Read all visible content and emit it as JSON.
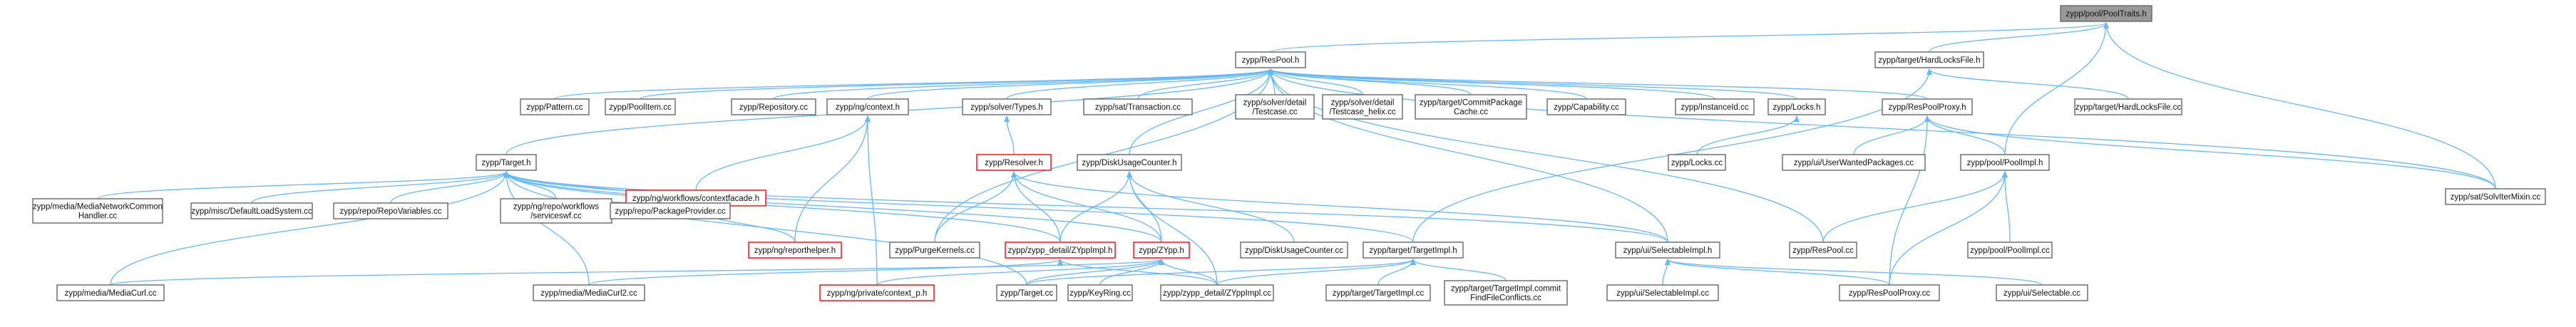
{
  "graph": {
    "colors": {
      "edge": "#63b8ff",
      "node_border": "#666666",
      "highlight_border": "#ff0000",
      "root_fill": "#999999",
      "node_fill": "#ffffff"
    },
    "nodes": [
      {
        "id": "root",
        "label": [
          "zypp/pool/PoolTraits.h"
        ],
        "style": "root"
      },
      {
        "id": "respool_h",
        "label": [
          "zypp/ResPool.h"
        ],
        "style": "normal"
      },
      {
        "id": "hardlocks_h",
        "label": [
          "zypp/target/HardLocksFile.h"
        ],
        "style": "normal"
      },
      {
        "id": "hardlocks_cc",
        "label": [
          "zypp/target/HardLocksFile.cc"
        ],
        "style": "normal"
      },
      {
        "id": "satsolver_cc",
        "label": [
          "zypp/sat/SolvIterMixin.cc"
        ],
        "style": "normal"
      },
      {
        "id": "pattern_cc",
        "label": [
          "zypp/Pattern.cc"
        ],
        "style": "normal"
      },
      {
        "id": "poolitem_cc",
        "label": [
          "zypp/PoolItem.cc"
        ],
        "style": "normal"
      },
      {
        "id": "repository_cc",
        "label": [
          "zypp/Repository.cc"
        ],
        "style": "normal"
      },
      {
        "id": "ngcontext_h",
        "label": [
          "zypp/ng/context.h"
        ],
        "style": "normal"
      },
      {
        "id": "solvertypes_h",
        "label": [
          "zypp/solver/Types.h"
        ],
        "style": "normal"
      },
      {
        "id": "sattransaction_cc",
        "label": [
          "zypp/sat/Transaction.cc"
        ],
        "style": "normal"
      },
      {
        "id": "testcase_cc",
        "label": [
          "zypp/solver/detail",
          "/Testcase.cc"
        ],
        "style": "normal"
      },
      {
        "id": "testcase_helix_cc",
        "label": [
          "zypp/solver/detail",
          "/Testcase_helix.cc"
        ],
        "style": "normal"
      },
      {
        "id": "commitpkgcache_cc",
        "label": [
          "zypp/target/CommitPackage",
          "Cache.cc"
        ],
        "style": "normal"
      },
      {
        "id": "capability_cc",
        "label": [
          "zypp/Capability.cc"
        ],
        "style": "normal"
      },
      {
        "id": "instanceid_cc",
        "label": [
          "zypp/InstanceId.cc"
        ],
        "style": "normal"
      },
      {
        "id": "locks_h",
        "label": [
          "zypp/Locks.h"
        ],
        "style": "normal"
      },
      {
        "id": "respoolproxy_h",
        "label": [
          "zypp/ResPoolProxy.h"
        ],
        "style": "normal"
      },
      {
        "id": "target_h",
        "label": [
          "zypp/Target.h"
        ],
        "style": "normal"
      },
      {
        "id": "ctxfacade_h",
        "label": [
          "zypp/ng/workflows/contextfacade.h"
        ],
        "style": "highlight"
      },
      {
        "id": "resolver_h",
        "label": [
          "zypp/Resolver.h"
        ],
        "style": "highlight"
      },
      {
        "id": "diskusage_h",
        "label": [
          "zypp/DiskUsageCounter.h"
        ],
        "style": "normal"
      },
      {
        "id": "locks_cc",
        "label": [
          "zypp/Locks.cc"
        ],
        "style": "normal"
      },
      {
        "id": "uiwanted_cc",
        "label": [
          "zypp/ui/UserWantedPackages.cc"
        ],
        "style": "normal"
      },
      {
        "id": "poolimpl_h",
        "label": [
          "zypp/pool/PoolImpl.h"
        ],
        "style": "normal"
      },
      {
        "id": "mncommon_cc",
        "label": [
          "zypp/media/MediaNetworkCommon",
          "Handler.cc"
        ],
        "style": "normal"
      },
      {
        "id": "defaultloadsys_cc",
        "label": [
          "zypp/misc/DefaultLoadSystem.cc"
        ],
        "style": "normal"
      },
      {
        "id": "repovars_cc",
        "label": [
          "zypp/repo/RepoVariables.cc"
        ],
        "style": "normal"
      },
      {
        "id": "servicesw_cc",
        "label": [
          "zypp/ng/repo/workflows",
          "/serviceswf.cc"
        ],
        "style": "normal"
      },
      {
        "id": "pkgprovider_cc",
        "label": [
          "zypp/repo/PackageProvider.cc"
        ],
        "style": "normal"
      },
      {
        "id": "reporthelper_h",
        "label": [
          "zypp/ng/reporthelper.h"
        ],
        "style": "highlight"
      },
      {
        "id": "purgekernels_cc",
        "label": [
          "zypp/PurgeKernels.cc"
        ],
        "style": "normal"
      },
      {
        "id": "zyppimpl_h",
        "label": [
          "zypp/zypp_detail/ZYppImpl.h"
        ],
        "style": "highlight"
      },
      {
        "id": "zypp_h",
        "label": [
          "zypp/ZYpp.h"
        ],
        "style": "highlight"
      },
      {
        "id": "diskusage_cc",
        "label": [
          "zypp/DiskUsageCounter.cc"
        ],
        "style": "normal"
      },
      {
        "id": "targetimpl_h",
        "label": [
          "zypp/target/TargetImpl.h"
        ],
        "style": "normal"
      },
      {
        "id": "selectableimpl_h",
        "label": [
          "zypp/ui/SelectableImpl.h"
        ],
        "style": "normal"
      },
      {
        "id": "respool_cc",
        "label": [
          "zypp/ResPool.cc"
        ],
        "style": "normal"
      },
      {
        "id": "poolimpl_cc",
        "label": [
          "zypp/pool/PoolImpl.cc"
        ],
        "style": "normal"
      },
      {
        "id": "mediacurl_cc",
        "label": [
          "zypp/media/MediaCurl.cc"
        ],
        "style": "normal"
      },
      {
        "id": "mediacurl2_cc",
        "label": [
          "zypp/media/MediaCurl2.cc"
        ],
        "style": "normal"
      },
      {
        "id": "privctx_h",
        "label": [
          "zypp/ng/private/context_p.h"
        ],
        "style": "highlight"
      },
      {
        "id": "target_cc",
        "label": [
          "zypp/Target.cc"
        ],
        "style": "normal"
      },
      {
        "id": "keyring_cc",
        "label": [
          "zypp/KeyRing.cc"
        ],
        "style": "normal"
      },
      {
        "id": "zyppimpl_cc",
        "label": [
          "zypp/zypp_detail/ZYppImpl.cc"
        ],
        "style": "normal"
      },
      {
        "id": "targetimpl_cc",
        "label": [
          "zypp/target/TargetImpl.cc"
        ],
        "style": "normal"
      },
      {
        "id": "targetimpl_commit_cc",
        "label": [
          "zypp/target/TargetImpl.commit",
          "FindFileConflicts.cc"
        ],
        "style": "normal"
      },
      {
        "id": "selectableimpl_cc",
        "label": [
          "zypp/ui/SelectableImpl.cc"
        ],
        "style": "normal"
      },
      {
        "id": "respoolproxy_cc",
        "label": [
          "zypp/ResPoolProxy.cc"
        ],
        "style": "normal"
      },
      {
        "id": "selectable_cc",
        "label": [
          "zypp/ui/Selectable.cc"
        ],
        "style": "normal"
      }
    ],
    "edges": [
      [
        "root",
        "respool_h"
      ],
      [
        "root",
        "hardlocks_h"
      ],
      [
        "root",
        "poolimpl_h"
      ],
      [
        "root",
        "satsolver_cc"
      ],
      [
        "hardlocks_h",
        "hardlocks_cc"
      ],
      [
        "hardlocks_h",
        "targetimpl_h"
      ],
      [
        "respool_h",
        "pattern_cc"
      ],
      [
        "respool_h",
        "poolitem_cc"
      ],
      [
        "respool_h",
        "repository_cc"
      ],
      [
        "respool_h",
        "ngcontext_h"
      ],
      [
        "respool_h",
        "solvertypes_h"
      ],
      [
        "respool_h",
        "sattransaction_cc"
      ],
      [
        "respool_h",
        "testcase_cc"
      ],
      [
        "respool_h",
        "testcase_helix_cc"
      ],
      [
        "respool_h",
        "commitpkgcache_cc"
      ],
      [
        "respool_h",
        "capability_cc"
      ],
      [
        "respool_h",
        "instanceid_cc"
      ],
      [
        "respool_h",
        "locks_h"
      ],
      [
        "respool_h",
        "respoolproxy_h"
      ],
      [
        "respool_h",
        "target_h"
      ],
      [
        "respool_h",
        "diskusage_h"
      ],
      [
        "respool_h",
        "purgekernels_cc"
      ],
      [
        "respool_h",
        "selectableimpl_h"
      ],
      [
        "respool_h",
        "respool_cc"
      ],
      [
        "respool_h",
        "satsolver_cc"
      ],
      [
        "ngcontext_h",
        "ctxfacade_h"
      ],
      [
        "ngcontext_h",
        "reporthelper_h"
      ],
      [
        "ngcontext_h",
        "privctx_h"
      ],
      [
        "solvertypes_h",
        "resolver_h"
      ],
      [
        "locks_h",
        "locks_cc"
      ],
      [
        "respoolproxy_h",
        "uiwanted_cc"
      ],
      [
        "respoolproxy_h",
        "poolimpl_h"
      ],
      [
        "respoolproxy_h",
        "respoolproxy_cc"
      ],
      [
        "respoolproxy_h",
        "satsolver_cc"
      ],
      [
        "target_h",
        "mncommon_cc"
      ],
      [
        "target_h",
        "defaultloadsys_cc"
      ],
      [
        "target_h",
        "repovars_cc"
      ],
      [
        "target_h",
        "servicesw_cc"
      ],
      [
        "target_h",
        "pkgprovider_cc"
      ],
      [
        "target_h",
        "zyppimpl_h"
      ],
      [
        "target_h",
        "zypp_h"
      ],
      [
        "target_h",
        "targetimpl_h"
      ],
      [
        "target_h",
        "selectableimpl_h"
      ],
      [
        "target_h",
        "mediacurl_cc"
      ],
      [
        "target_h",
        "mediacurl2_cc"
      ],
      [
        "target_h",
        "target_cc"
      ],
      [
        "ctxfacade_h",
        "servicesw_cc"
      ],
      [
        "ctxfacade_h",
        "pkgprovider_cc"
      ],
      [
        "ctxfacade_h",
        "reporthelper_h"
      ],
      [
        "resolver_h",
        "purgekernels_cc"
      ],
      [
        "resolver_h",
        "zyppimpl_h"
      ],
      [
        "resolver_h",
        "zypp_h"
      ],
      [
        "resolver_h",
        "selectableimpl_h"
      ],
      [
        "diskusage_h",
        "zyppimpl_h"
      ],
      [
        "diskusage_h",
        "zypp_h"
      ],
      [
        "diskusage_h",
        "diskusage_cc"
      ],
      [
        "diskusage_h",
        "zyppimpl_cc"
      ],
      [
        "poolimpl_h",
        "respool_cc"
      ],
      [
        "poolimpl_h",
        "poolimpl_cc"
      ],
      [
        "poolimpl_h",
        "respoolproxy_cc"
      ],
      [
        "zyppimpl_h",
        "mediacurl2_cc"
      ],
      [
        "zyppimpl_h",
        "zyppimpl_cc"
      ],
      [
        "zypp_h",
        "mediacurl_cc"
      ],
      [
        "zypp_h",
        "privctx_h"
      ],
      [
        "zypp_h",
        "target_cc"
      ],
      [
        "zypp_h",
        "keyring_cc"
      ],
      [
        "zypp_h",
        "zyppimpl_cc"
      ],
      [
        "targetimpl_h",
        "target_cc"
      ],
      [
        "targetimpl_h",
        "zyppimpl_cc"
      ],
      [
        "targetimpl_h",
        "targetimpl_cc"
      ],
      [
        "targetimpl_h",
        "targetimpl_commit_cc"
      ],
      [
        "selectableimpl_h",
        "selectableimpl_cc"
      ],
      [
        "selectableimpl_h",
        "respoolproxy_cc"
      ],
      [
        "selectableimpl_h",
        "selectable_cc"
      ]
    ]
  }
}
